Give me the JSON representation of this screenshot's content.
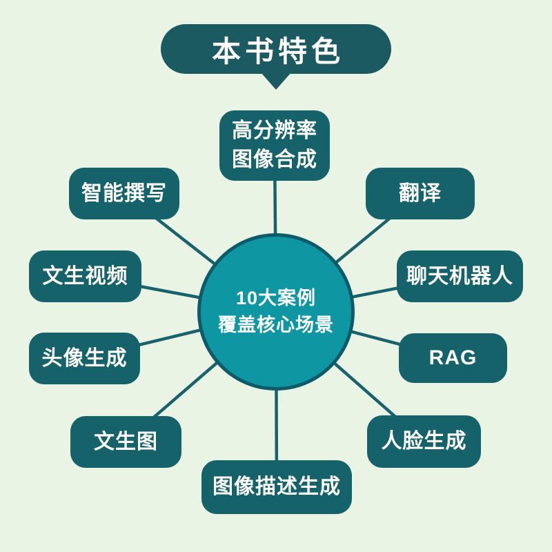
{
  "colors": {
    "background": "#e9f4e4",
    "banner": "#1c5a62",
    "node": "#15626b",
    "hub_fill": "#0f96a3",
    "hub_border": "#0d5b68",
    "line": "#19616b",
    "text": "#ffffff"
  },
  "banner": {
    "label": "本书特色"
  },
  "hub": {
    "line1": "10大案例",
    "line2": "覆盖核心场景"
  },
  "nodes": [
    {
      "id": "high-res-image-synthesis",
      "label": "高分辨率\n图像合成"
    },
    {
      "id": "smart-writing",
      "label": "智能撰写"
    },
    {
      "id": "translation",
      "label": "翻译"
    },
    {
      "id": "text-to-video",
      "label": "文生视频"
    },
    {
      "id": "chatbot",
      "label": "聊天机器人"
    },
    {
      "id": "avatar-generation",
      "label": "头像生成"
    },
    {
      "id": "rag",
      "label": "RAG"
    },
    {
      "id": "text-to-image",
      "label": "文生图"
    },
    {
      "id": "face-generation",
      "label": "人脸生成"
    },
    {
      "id": "image-captioning",
      "label": "图像描述生成"
    }
  ]
}
